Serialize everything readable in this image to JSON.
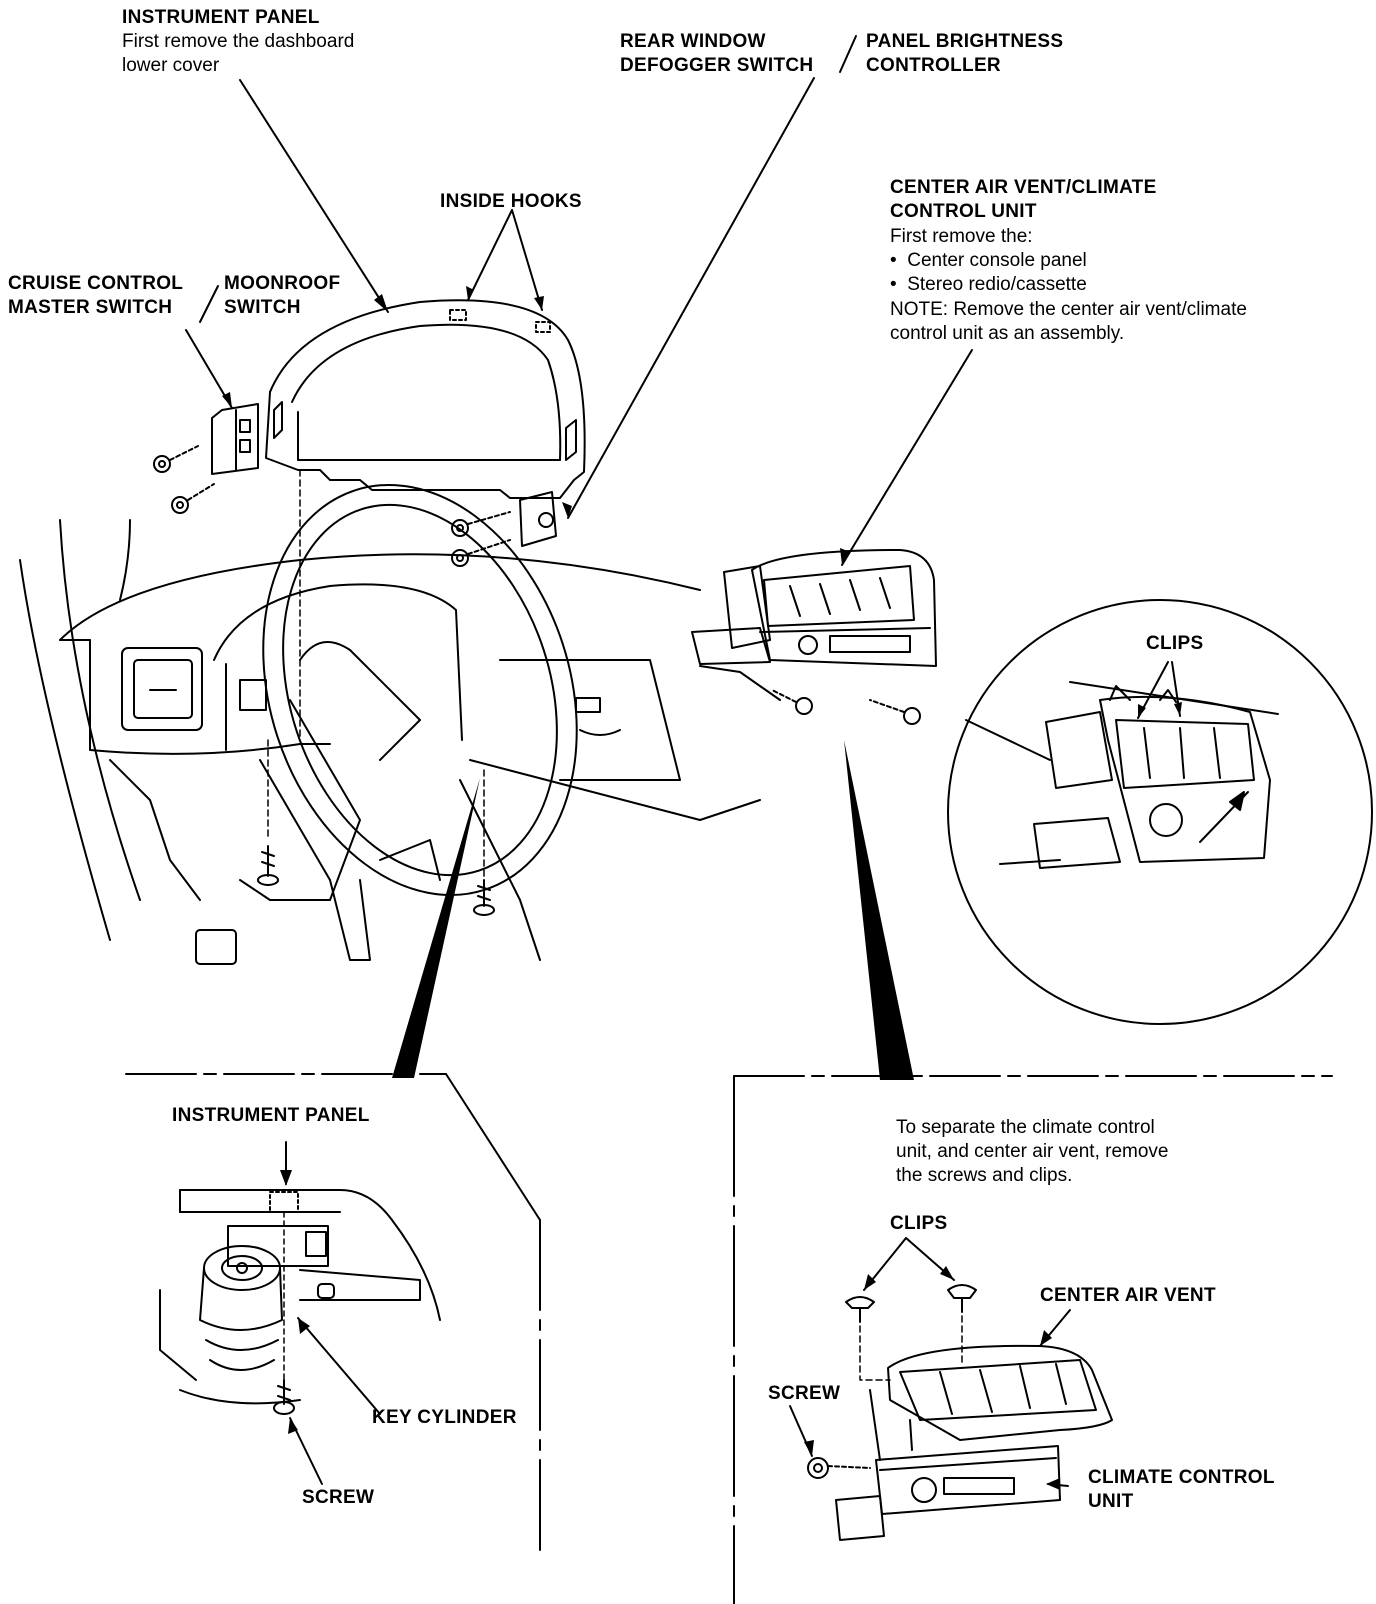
{
  "instrument_panel": {
    "title": "INSTRUMENT PANEL",
    "note_1": "First remove the dashboard",
    "note_2": "lower cover"
  },
  "rear_window": {
    "line_1": "REAR WINDOW",
    "line_2": "DEFOGGER SWITCH"
  },
  "panel_brightness": {
    "line_1": "PANEL BRIGHTNESS",
    "line_2": "CONTROLLER"
  },
  "inside_hooks": "INSIDE HOOKS",
  "cruise": {
    "line_1": "CRUISE CONTROL",
    "line_2": "MASTER SWITCH"
  },
  "moonroof": {
    "line_1": "MOONROOF",
    "line_2": "SWITCH"
  },
  "center_vent": {
    "title_1": "CENTER AIR VENT/CLIMATE",
    "title_2": "CONTROL UNIT",
    "first": "First remove the:",
    "bullets": [
      "Center console panel",
      "Stereo redio/cassette"
    ],
    "note_1": "NOTE:  Remove the center air vent/climate",
    "note_2": "control unit as an assembly."
  },
  "clips_circle": "CLIPS",
  "detail_left": {
    "instrument_panel": "INSTRUMENT PANEL",
    "key_cylinder": "KEY CYLINDER",
    "screw": "SCREW"
  },
  "detail_right": {
    "instr_1": "To separate the climate control",
    "instr_2": "unit, and center air vent, remove",
    "instr_3": "the screws and clips.",
    "clips": "CLIPS",
    "center_air_vent": "CENTER AIR VENT",
    "screw": "SCREW",
    "climate_1": "CLIMATE CONTROL",
    "climate_2": "UNIT"
  }
}
